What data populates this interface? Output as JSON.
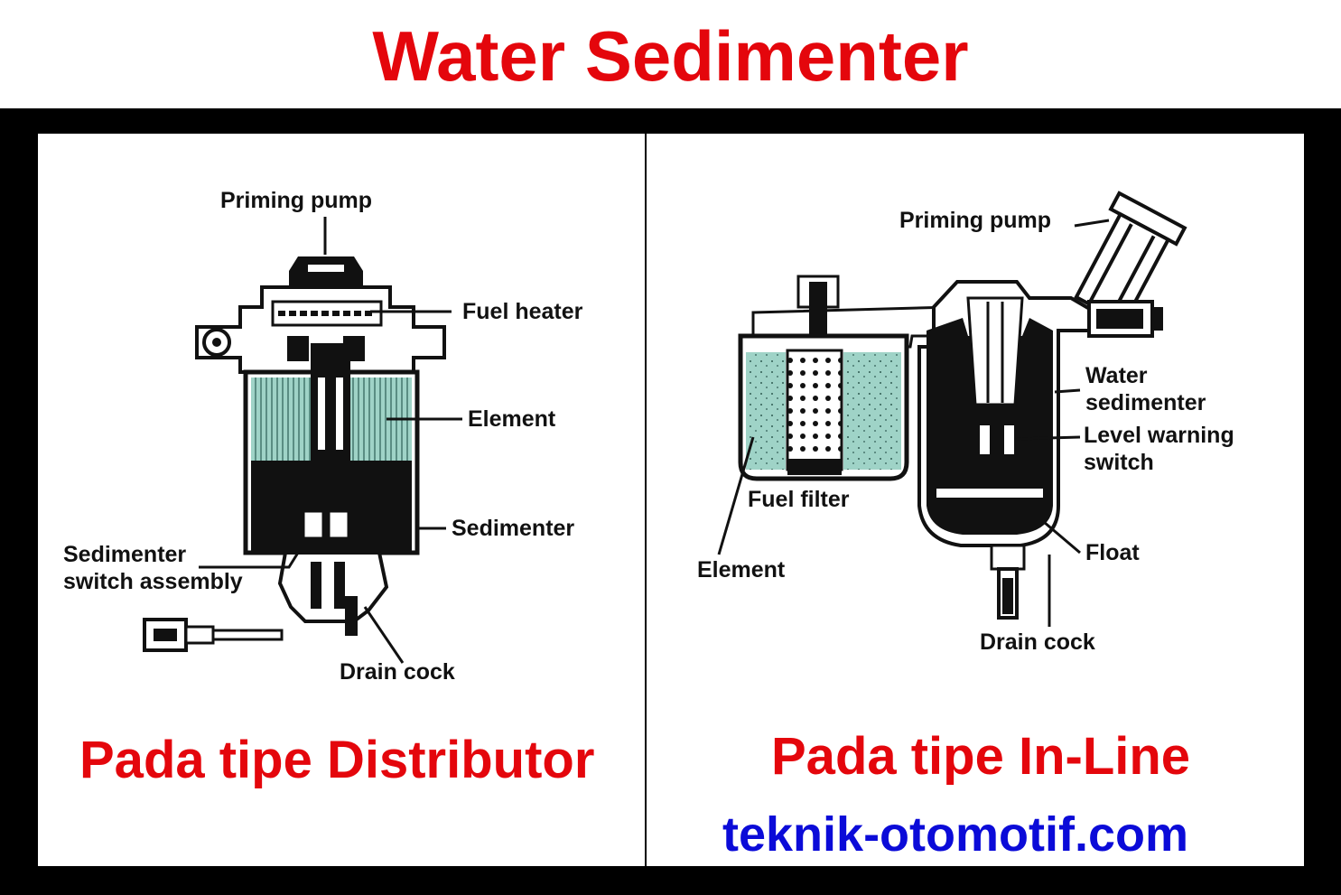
{
  "title": "Water Sedimenter",
  "left_panel": {
    "labels": {
      "priming_pump": "Priming pump",
      "fuel_heater": "Fuel heater",
      "element": "Element",
      "sedimenter": "Sedimenter",
      "switch_assembly_line1": "Sedimenter",
      "switch_assembly_line2": "switch assembly",
      "drain_cock": "Drain cock"
    },
    "caption": "Pada tipe Distributor"
  },
  "right_panel": {
    "labels": {
      "priming_pump": "Priming pump",
      "water_sedimenter_line1": "Water",
      "water_sedimenter_line2": "sedimenter",
      "level_warning_line1": "Level warning",
      "level_warning_line2": "switch",
      "fuel_filter": "Fuel filter",
      "element": "Element",
      "float": "Float",
      "drain_cock": "Drain cock"
    },
    "caption": "Pada tipe In-Line"
  },
  "website": "teknik-otomotif.com",
  "colors": {
    "title_red": "#e4060c",
    "website_blue": "#0b0bd8",
    "element_teal": "#9fd3c7"
  }
}
